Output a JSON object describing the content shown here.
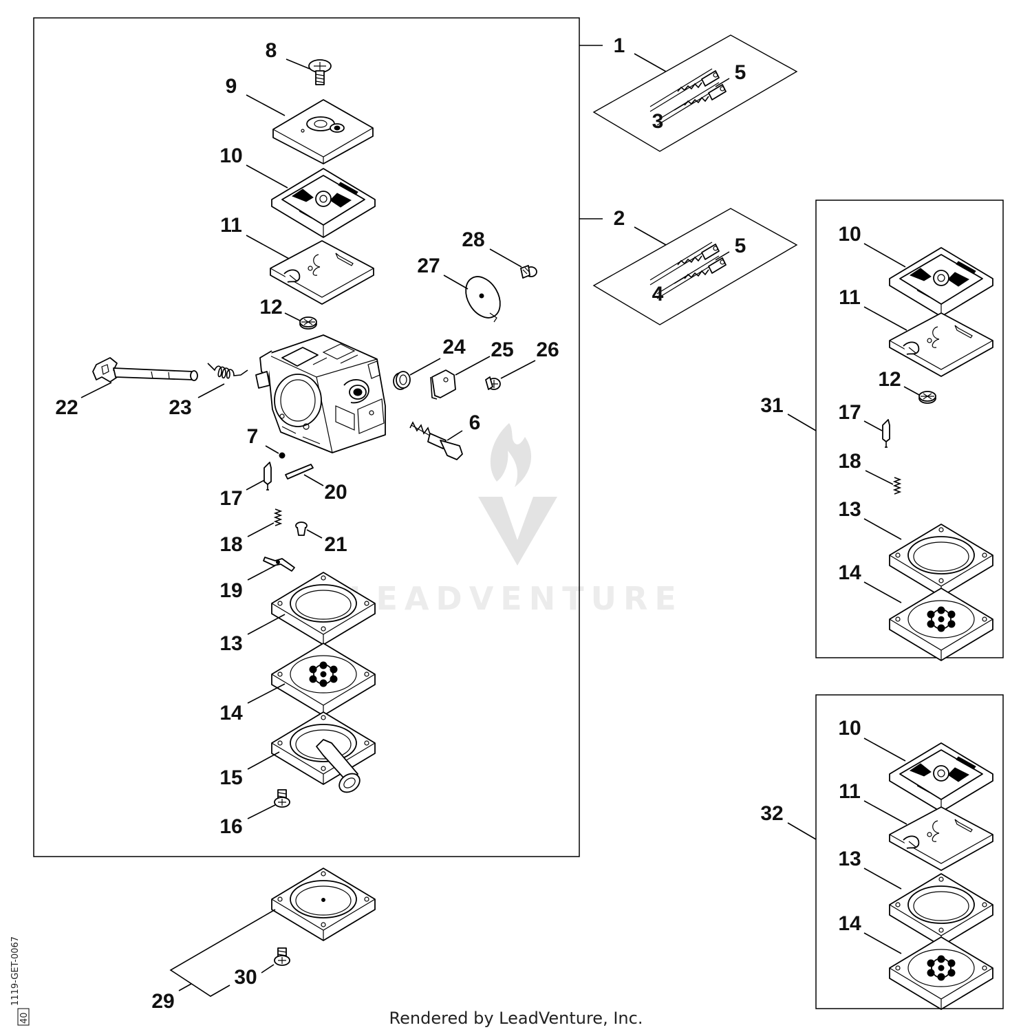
{
  "diagram": {
    "callouts": {
      "c1": "1",
      "c2": "2",
      "c3": "3",
      "c4": "4",
      "c5a": "5",
      "c5b": "5",
      "c6": "6",
      "c7": "7",
      "c8": "8",
      "c9": "9",
      "c10": "10",
      "c11": "11",
      "c12": "12",
      "c13": "13",
      "c14": "14",
      "c15": "15",
      "c16": "16",
      "c17": "17",
      "c18": "18",
      "c19": "19",
      "c20": "20",
      "c21": "21",
      "c22": "22",
      "c23": "23",
      "c24": "24",
      "c25": "25",
      "c26": "26",
      "c27": "27",
      "c28": "28",
      "c29": "29",
      "c30": "30",
      "c31": "31",
      "c32": "32",
      "k31_10": "10",
      "k31_11": "11",
      "k31_12": "12",
      "k31_17": "17",
      "k31_18": "18",
      "k31_13": "13",
      "k31_14": "14",
      "k32_10": "10",
      "k32_11": "11",
      "k32_13": "13",
      "k32_14": "14"
    },
    "watermark": "LEADVENTURE",
    "footer": "Rendered by LeadVenture, Inc.",
    "doc_id": "1119-GET-0067",
    "doc_rev": "40"
  }
}
